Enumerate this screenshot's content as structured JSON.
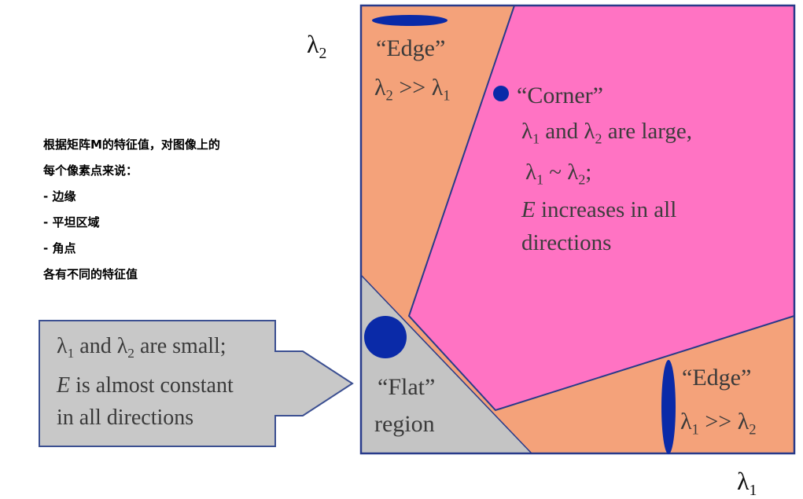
{
  "axes": {
    "x_label": "λ",
    "x_sub": "1",
    "y_label": "λ",
    "y_sub": "2"
  },
  "chinese_notes": {
    "line1": "根据矩阵M的特征值，对图像上的",
    "line2": "每个像素点来说：",
    "line3": "- 边缘",
    "line4": "- 平坦区域",
    "line5": "- 角点",
    "line6": "各有不同的特征值"
  },
  "regions": {
    "edge_top": {
      "title": "“Edge”",
      "cond_a": "λ",
      "cond_a_sub": "2",
      "cond_op": " >> ",
      "cond_b": "λ",
      "cond_b_sub": "1"
    },
    "corner": {
      "title": "“Corner”",
      "l1_a": "λ",
      "l1_a_sub": "1",
      "l1_mid": " and ",
      "l1_b": "λ",
      "l1_b_sub": "2",
      "l1_end": " are large,",
      "l2_a": "λ",
      "l2_a_sub": "1",
      "l2_mid": " ~ ",
      "l2_b": "λ",
      "l2_b_sub": "2",
      "l2_end": ";",
      "l3_var": "E",
      "l3_rest": " increases in all",
      "l4": "directions"
    },
    "flat": {
      "line1": "“Flat”",
      "line2": "region"
    },
    "edge_right": {
      "title": "“Edge”",
      "cond_a": "λ",
      "cond_a_sub": "1",
      "cond_op": " >> ",
      "cond_b": "λ",
      "cond_b_sub": "2"
    }
  },
  "callout": {
    "l1_a": "λ",
    "l1_a_sub": "1",
    "l1_mid": " and ",
    "l1_b": "λ",
    "l1_b_sub": "2",
    "l1_end": " are small;",
    "l2_var": "E",
    "l2_rest": " is almost constant",
    "l3": "in all directions"
  },
  "colors": {
    "edge": "#f4a27a",
    "corner": "#ff73c3",
    "flat": "#c4c4c4",
    "border": "#283a8a",
    "marker": "#0a2aa8",
    "callout_fill": "#c8c8c8",
    "callout_border": "#3b4f91"
  }
}
